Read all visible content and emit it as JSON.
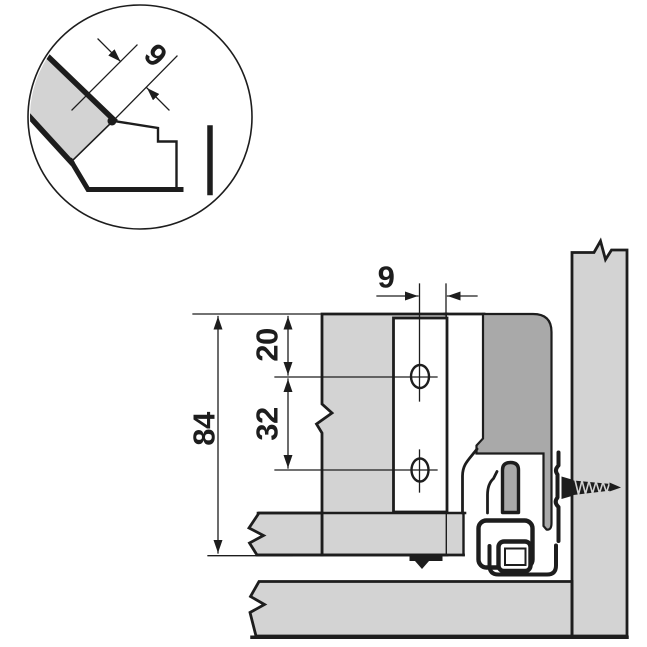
{
  "detail_view": {
    "dimension": "9"
  },
  "main_view": {
    "dimension_hole_offset": "9",
    "dimension_top_to_hole": "20",
    "dimension_hole_spacing": "32",
    "dimension_total_height": "84"
  },
  "colors": {
    "panel_gray": "#d3d3d3",
    "profile_gray": "#a9a9a9",
    "line_black": "#1d1d1d",
    "background": "#ffffff"
  }
}
